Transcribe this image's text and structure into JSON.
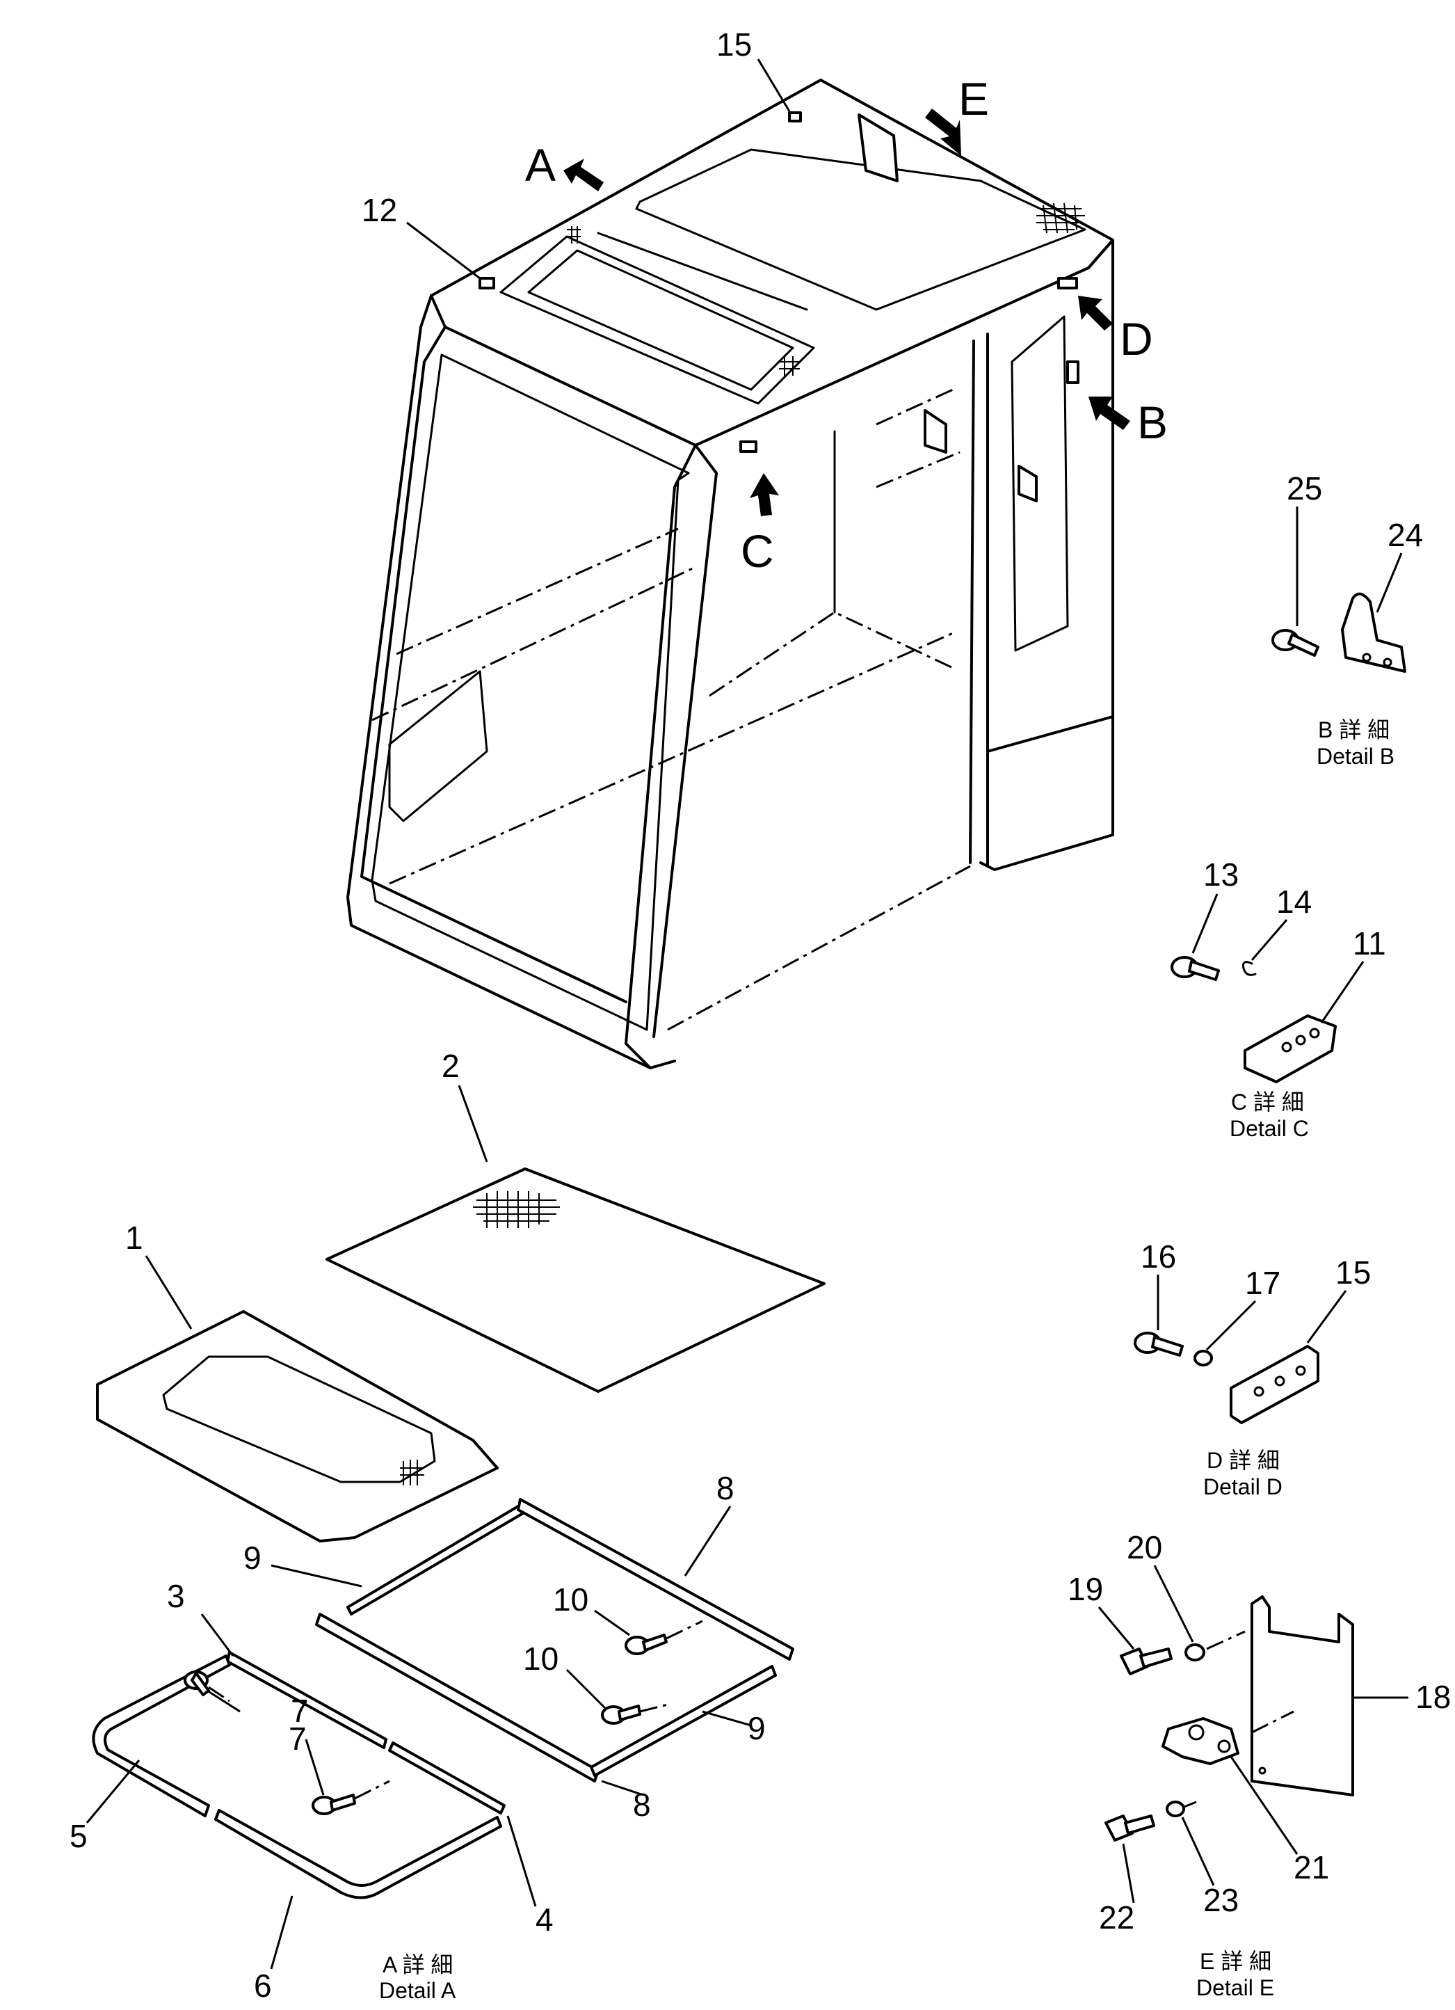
{
  "callouts": {
    "p1": "1",
    "p2": "2",
    "p3": "3",
    "p4": "4",
    "p5": "5",
    "p6": "6",
    "p7a": "7",
    "p7b": "7",
    "p8a": "8",
    "p8b": "8",
    "p9a": "9",
    "p9b": "9",
    "p10a": "10",
    "p10b": "10",
    "p11": "11",
    "p12": "12",
    "p13": "13",
    "p14": "14",
    "p15a": "15",
    "p15b": "15",
    "p16": "16",
    "p17": "17",
    "p18": "18",
    "p19": "19",
    "p20": "20",
    "p21": "21",
    "p22": "22",
    "p23": "23",
    "p24": "24",
    "p25": "25"
  },
  "view_arrows": {
    "a": "A",
    "b": "B",
    "c": "C",
    "d": "D",
    "e": "E"
  },
  "details": {
    "a": {
      "jp": "A 詳 細",
      "en": "Detail A"
    },
    "b": {
      "jp": "B 詳 細",
      "en": "Detail B"
    },
    "c": {
      "jp": "C 詳 細",
      "en": "Detail C"
    },
    "d": {
      "jp": "D 詳 細",
      "en": "Detail D"
    },
    "e": {
      "jp": "E 詳 細",
      "en": "Detail E"
    }
  },
  "colors": {
    "ink": "#000000",
    "paper": "#ffffff"
  }
}
